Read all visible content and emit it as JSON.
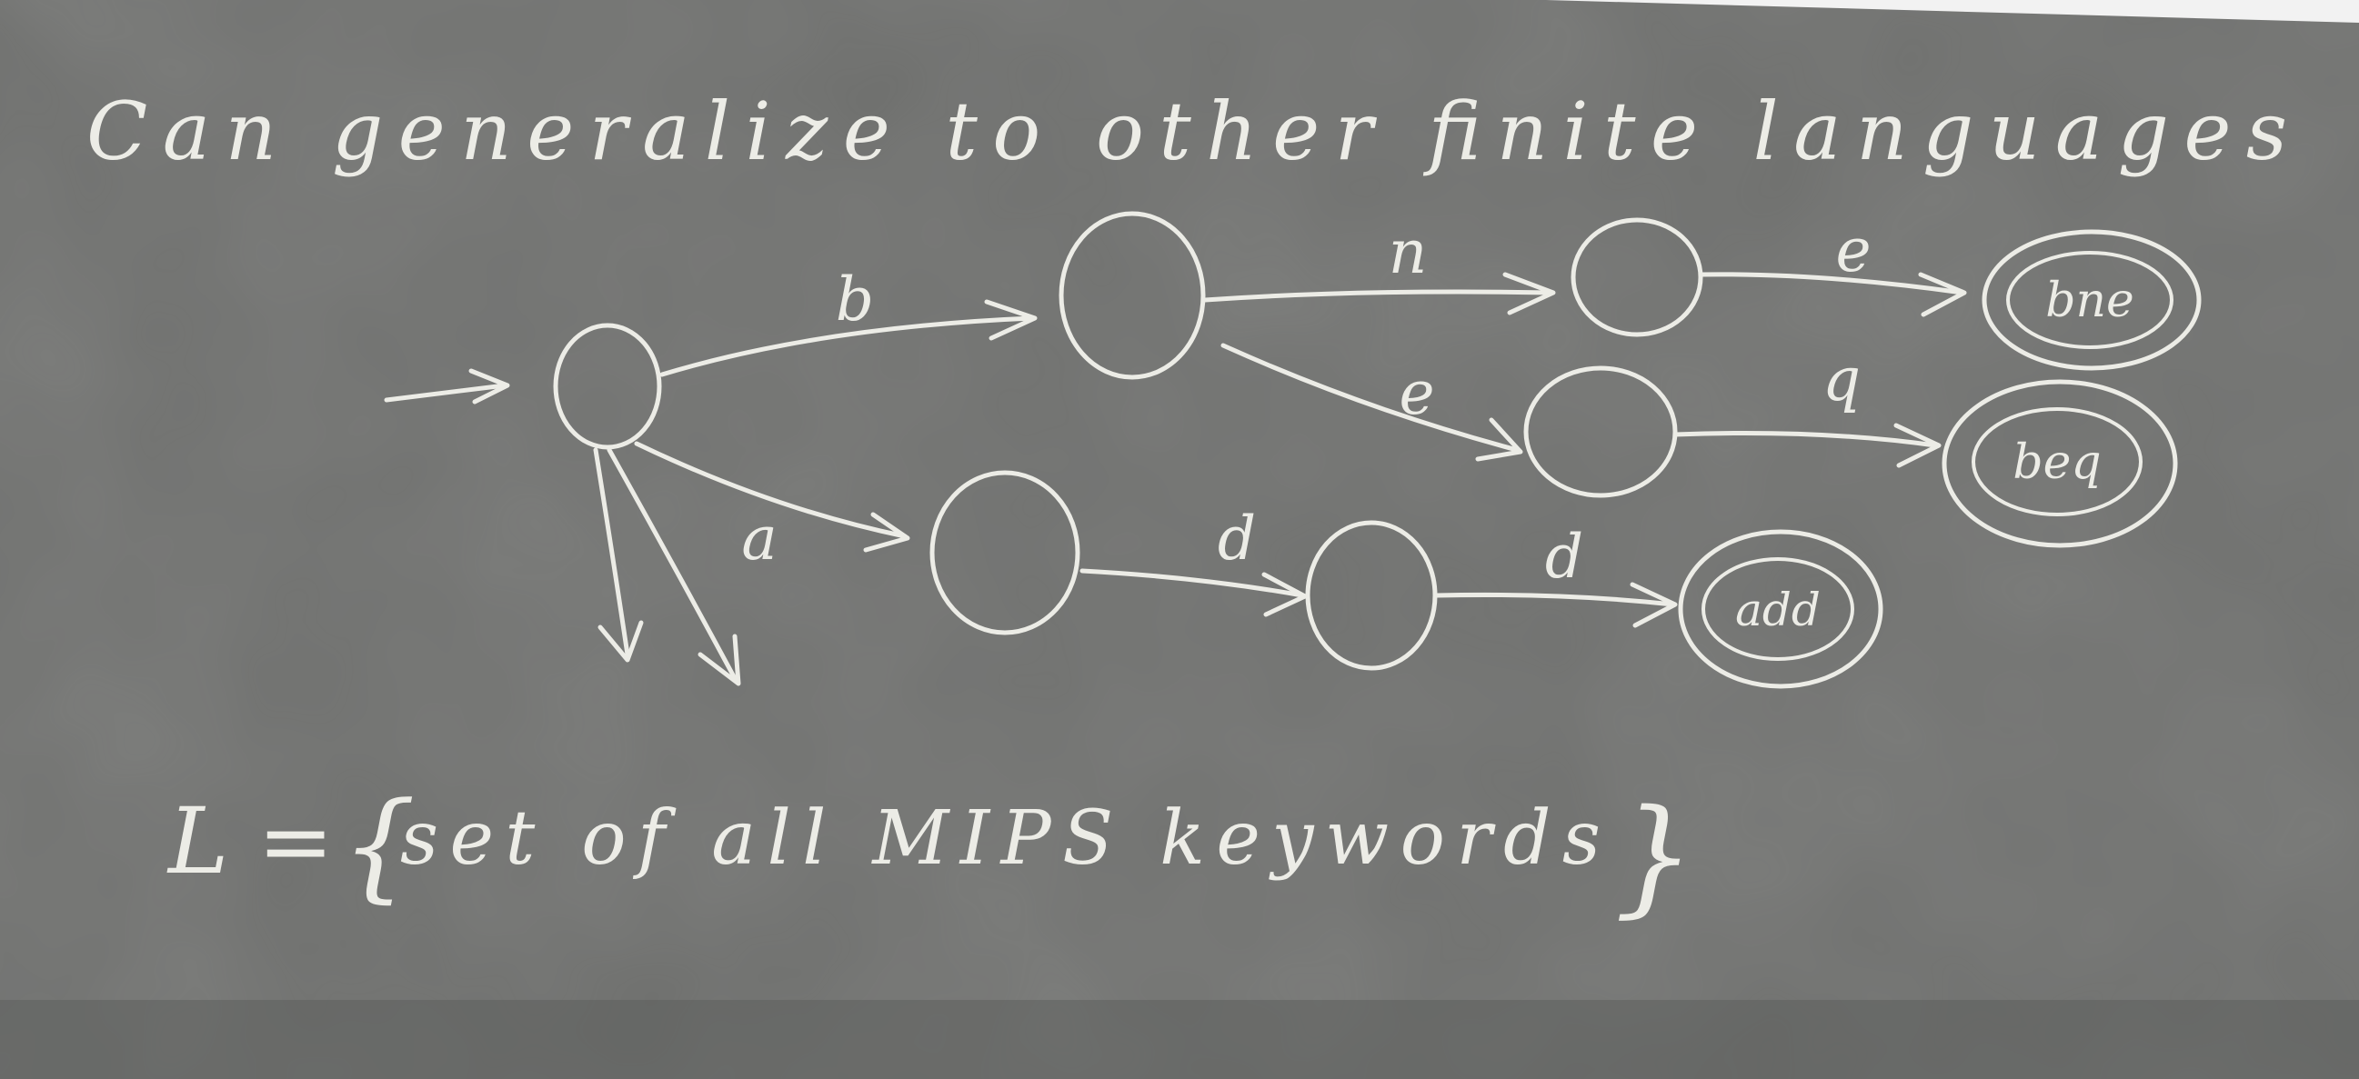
{
  "board": {
    "colors": {
      "chalk": "#ecece6",
      "board": "#6f706e"
    },
    "heading": "Can generalize to other finite languages",
    "definition": "L = { set of all MIPS keywords }",
    "definition_parts": {
      "lhs": "L =",
      "open_brace": "{",
      "body": "set of all MIPS keywords",
      "close_brace": "}"
    }
  },
  "automaton": {
    "states": [
      {
        "id": "s0",
        "start": true,
        "accepting": false,
        "label": ""
      },
      {
        "id": "b",
        "accepting": false,
        "label": ""
      },
      {
        "id": "bn",
        "accepting": false,
        "label": ""
      },
      {
        "id": "bne",
        "accepting": true,
        "label": "bne"
      },
      {
        "id": "be",
        "accepting": false,
        "label": ""
      },
      {
        "id": "beq",
        "accepting": true,
        "label": "beq"
      },
      {
        "id": "a",
        "accepting": false,
        "label": ""
      },
      {
        "id": "ad",
        "accepting": false,
        "label": ""
      },
      {
        "id": "add",
        "accepting": true,
        "label": "add"
      }
    ],
    "transitions": [
      {
        "from": "s0",
        "to": "b",
        "symbol": "b"
      },
      {
        "from": "b",
        "to": "bn",
        "symbol": "n"
      },
      {
        "from": "bn",
        "to": "bne",
        "symbol": "e"
      },
      {
        "from": "b",
        "to": "be",
        "symbol": "e"
      },
      {
        "from": "be",
        "to": "beq",
        "symbol": "q"
      },
      {
        "from": "s0",
        "to": "a",
        "symbol": "a"
      },
      {
        "from": "a",
        "to": "ad",
        "symbol": "d"
      },
      {
        "from": "ad",
        "to": "add",
        "symbol": "d"
      }
    ]
  }
}
